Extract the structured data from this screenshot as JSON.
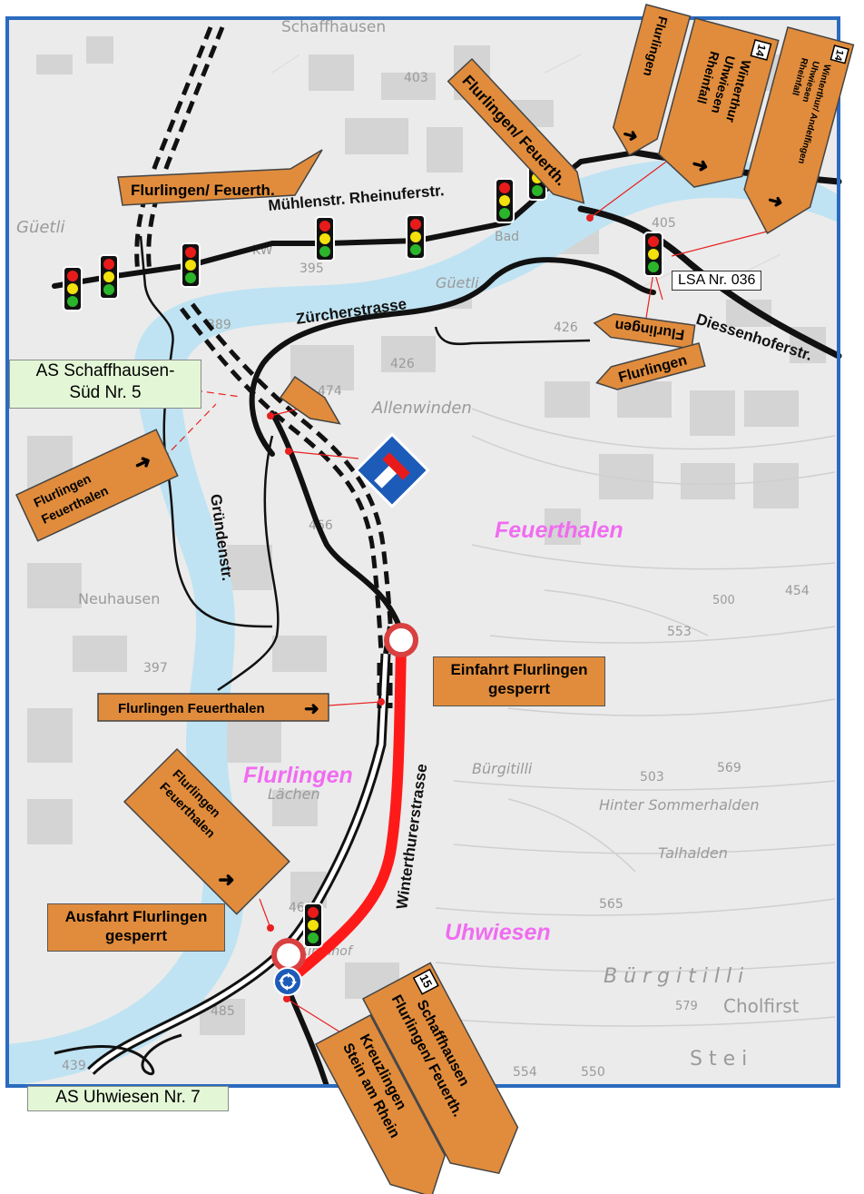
{
  "colors": {
    "sign_orange": "#e08c3c",
    "closure_red": "#ff1a1a",
    "river_blue": "#bfe3f2",
    "frame_blue": "#2a6bbf",
    "label_green": "#e3f7d6",
    "place_pink": "#f06cf0"
  },
  "map_labels": {
    "schaffhausen": "Schaffhausen",
    "gueetli": "Güetli",
    "allenwinden": "Allenwinden",
    "neuhausen": "Neuhausen",
    "laechen": "Lächen",
    "buergitilli": "Bürgitilli",
    "buergitilli_large": "B ü r g i t i l l i",
    "hinter_sommerhalden": "Hinter Sommerhalden",
    "talhalden": "Talhalden",
    "cholfirst": "Cholfirst",
    "kirchhof": "Kirchhof",
    "kw": "KW",
    "bad": "Bad",
    "stein_map": "S t e i",
    "e_403": "403",
    "e_395": "395",
    "e_389": "389",
    "e_426a": "426",
    "e_426b": "426",
    "e_474": "474",
    "e_466": "466",
    "e_454": "454",
    "e_553": "553",
    "e_569": "569",
    "e_503": "503",
    "e_565": "565",
    "e_579": "579",
    "e_463": "463",
    "e_485": "485",
    "e_439": "439",
    "e_554": "554",
    "e_550": "550",
    "e_405": "405",
    "e_397": "397",
    "e_500": "500"
  },
  "places": {
    "feuerthalen": "Feuerthalen",
    "flurlingen": "Flurlingen",
    "uhwiesen": "Uhwiesen"
  },
  "roads": {
    "muehlenstr": "Mühlenstr. Rheinuferstr.",
    "zuercherstrasse": "Zürcherstrasse",
    "diessenhoferstr": "Diessenhoferstr.",
    "gruendenstr": "Gründenstr.",
    "winterthurerstrasse": "Winterthurerstrasse"
  },
  "boxes": {
    "as_schaffhausen_sued": "AS Schaffhausen-",
    "as_schaffhausen_sued_2": "Süd Nr. 5",
    "as_uhwiesen": "AS Uhwiesen Nr. 7",
    "lsa": "LSA Nr. 036",
    "einfahrt_1": "Einfahrt Flurlingen",
    "einfahrt_2": "gesperrt",
    "ausfahrt_1": "Ausfahrt Flurlingen",
    "ausfahrt_2": "gesperrt"
  },
  "signs": {
    "flurlingen_feuerth_top": "Flurlingen/ Feuerth.",
    "flurlingen_feuerth_bridge": "Flurlingen/ Feuerth.",
    "flurlingen_vertical": "Flurlingen",
    "winterthur_14_num": "14",
    "winterthur_14_l1": "Winterthur",
    "winterthur_14_l2": "Uhwiesen",
    "winterthur_14_l3": "Rheinfall",
    "andelfingen_14_num": "14",
    "andelfingen_14_l1": "Winterthur/ Andelfingen",
    "andelfingen_14_l2": "Uhwiesen",
    "andelfingen_14_l3": "Rheinfall",
    "flurlingen_flipped": "Flurlingen",
    "flurlingen_right": "Flurlingen",
    "flurlingen_feuerthalen_left_1": "Flurlingen",
    "flurlingen_feuerthalen_left_2": "Feuerthalen",
    "flurlingen_feuerthalen_mid": "Flurlingen  Feuerthalen",
    "flurlingen_feuerthalen_low_1": "Flurlingen",
    "flurlingen_feuerthalen_low_2": "Feuerthalen",
    "schaffhausen_15_num": "15",
    "schaffhausen_15_l1": "Schaffhausen",
    "schaffhausen_15_l2": "Flurlingen/ Feuerth.",
    "kreuzlingen_l1": "Kreuzlingen",
    "kreuzlingen_l2": "Stein am Rhein",
    "arrow_glyph": "➜"
  },
  "icons": {
    "traffic_light": "traffic-light-icon",
    "dead_end": "dead-end-road-icon",
    "no_entry": "no-vehicles-icon",
    "roundabout": "roundabout-icon",
    "motorway": "motorway-icon"
  }
}
